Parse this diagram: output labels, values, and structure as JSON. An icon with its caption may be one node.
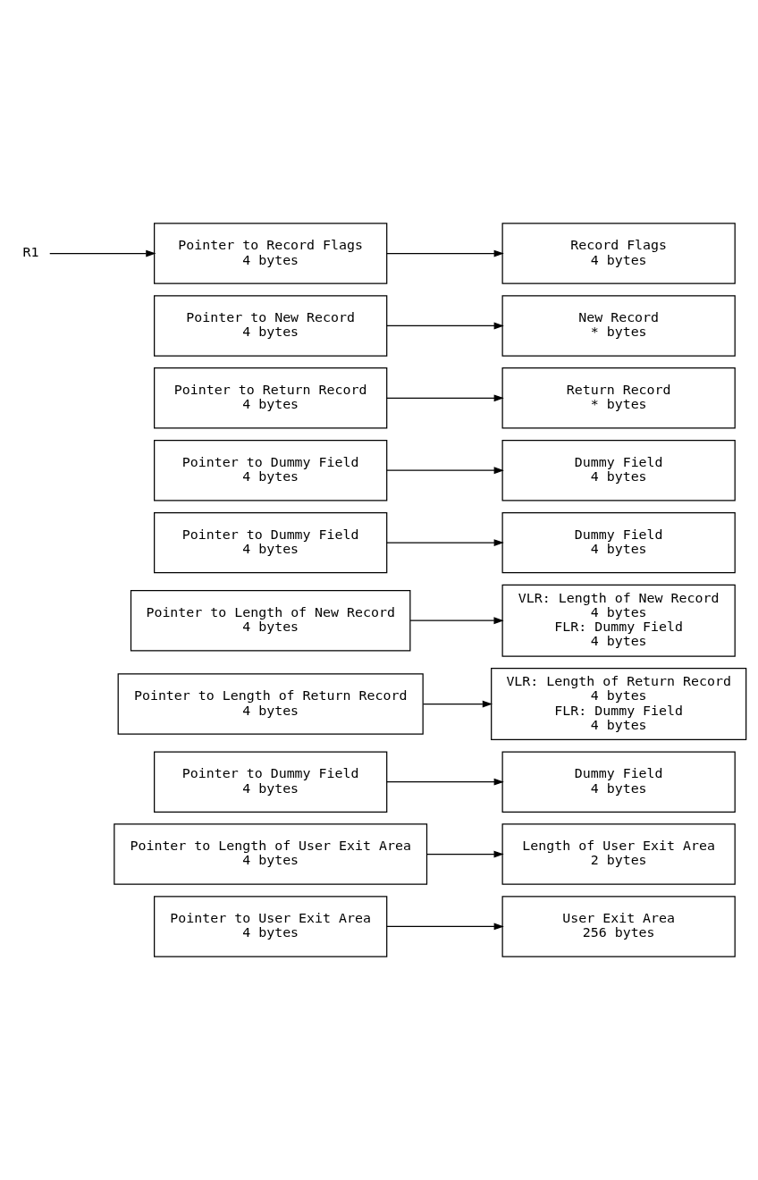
{
  "diagram": {
    "nodes": [
      {
        "text": [
          "R1"
        ]
      },
      {
        "text": [
          "Pointer to Record Flags",
          "4 bytes"
        ]
      },
      {
        "text": [
          "Pointer to New Record",
          "4 bytes"
        ]
      },
      {
        "text": [
          "Pointer to Return Record",
          "4 bytes"
        ]
      },
      {
        "text": [
          "Pointer to Dummy Field",
          "4 bytes"
        ]
      },
      {
        "text": [
          "Pointer to Dummy Field",
          "4 bytes"
        ]
      },
      {
        "text": [
          "Pointer to Length of New Record",
          "4 bytes"
        ]
      },
      {
        "text": [
          "Pointer to Length of Return Record",
          "4 bytes"
        ]
      },
      {
        "text": [
          "Pointer to Dummy Field",
          "4 bytes"
        ]
      },
      {
        "text": [
          "Pointer to Length of User Exit Area",
          "4 bytes"
        ]
      },
      {
        "text": [
          "Pointer to User Exit Area",
          "4 bytes"
        ]
      },
      {
        "text": [
          "Record Flags",
          "4 bytes"
        ]
      },
      {
        "text": [
          "New Record",
          "* bytes"
        ]
      },
      {
        "text": [
          "Return Record",
          "* bytes"
        ]
      },
      {
        "text": [
          "Dummy Field",
          "4 bytes"
        ]
      },
      {
        "text": [
          "Dummy Field",
          "4 bytes"
        ]
      },
      {
        "text": [
          "VLR: Length of New Record",
          "4 bytes",
          "FLR: Dummy Field",
          "4 bytes"
        ]
      },
      {
        "text": [
          "VLR: Length of Return Record",
          "4 bytes",
          "FLR: Dummy Field",
          "4 bytes"
        ]
      },
      {
        "text": [
          "Dummy Field",
          "4 bytes"
        ]
      },
      {
        "text": [
          "Length of User Exit Area",
          "2 bytes"
        ]
      },
      {
        "text": [
          "User Exit Area",
          "256 bytes"
        ]
      }
    ],
    "edges": [
      {
        "from": 0,
        "to": 1,
        "arrow": "to"
      },
      {
        "from": 1,
        "to": 11,
        "arrow": "to"
      },
      {
        "from": 2,
        "to": 12,
        "arrow": "to"
      },
      {
        "from": 3,
        "to": 13,
        "arrow": "to"
      },
      {
        "from": 4,
        "to": 14,
        "arrow": "to"
      },
      {
        "from": 5,
        "to": 15,
        "arrow": "to"
      },
      {
        "from": 6,
        "to": 16,
        "arrow": "to"
      },
      {
        "from": 7,
        "to": 17,
        "arrow": "to"
      },
      {
        "from": 8,
        "to": 18,
        "arrow": "to"
      },
      {
        "from": 9,
        "to": 19,
        "arrow": "to"
      },
      {
        "from": 10,
        "to": 20,
        "arrow": "to"
      }
    ]
  }
}
